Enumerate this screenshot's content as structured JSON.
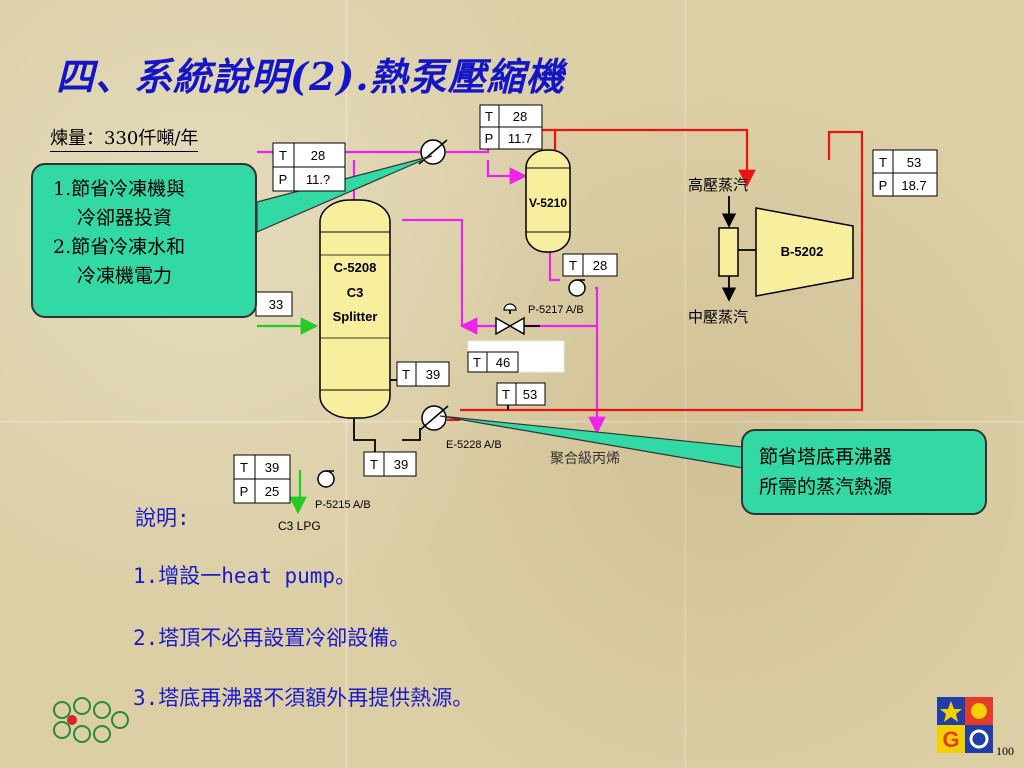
{
  "slide": {
    "title": "四、系統說明(2).熱泵壓縮機",
    "yield_label": "煉量：330仟噸/年",
    "page_number": "100"
  },
  "callouts": {
    "left": [
      "1.節省冷凍機與",
      "冷卻器投資",
      "2.節省冷凍水和",
      "冷凍機電力"
    ],
    "right": [
      "節省塔底再沸器",
      "所需的蒸汽熱源"
    ]
  },
  "equipment": {
    "column": [
      "C-5208",
      "C3",
      "Splitter"
    ],
    "drum": "V-5210",
    "compressor": "B-5202",
    "pump_top": "P-5217 A/B",
    "pump_bottom": "P-5215 A/B",
    "exchanger": "E-5228 A/B",
    "high_pressure_steam": "高壓蒸汽",
    "medium_pressure_steam": "中壓蒸汽",
    "polymer_propylene": "聚合級丙烯",
    "c3_lpg": "C3 LPG"
  },
  "tags": {
    "t_label": "T",
    "p_label": "P",
    "drum_top": {
      "T": "28",
      "P": "11.7"
    },
    "col_top": {
      "T": "28",
      "P": "11.?"
    },
    "feed": {
      "P": "33"
    },
    "comp_out": {
      "T": "53",
      "P": "18.7"
    },
    "drum_bot": {
      "T": "28"
    },
    "col_bot_side": {
      "T": "39"
    },
    "mid_line": {
      "T": "46"
    },
    "hot_line": {
      "T": "53"
    },
    "bottom_out": {
      "T": "39",
      "P": "25"
    },
    "ex_out": {
      "T": "39"
    }
  },
  "notes": {
    "heading": "說明:",
    "items": [
      "1.增設一heat pump。",
      "2.塔頂不必再設置冷卻設備。",
      "3.塔底再沸器不須額外再提供熱源。"
    ]
  },
  "colors": {
    "title": "#1515c8",
    "notes": "#1a1acd",
    "vessel": "#f7ee9e",
    "callout": "#33d9a4",
    "line_magenta": "#ee22ee",
    "line_red": "#ee1111",
    "line_green": "#22cc22"
  },
  "icons": [
    "heat-exchanger-icon",
    "pump-icon",
    "valve-icon",
    "arrow-icon",
    "logo-icon"
  ]
}
